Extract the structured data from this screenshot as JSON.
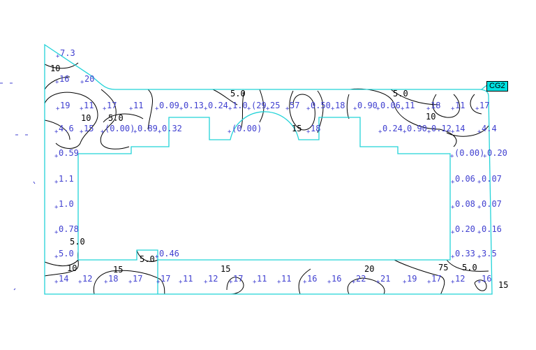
{
  "tag": "CG2",
  "colors": {
    "outline": "#22d3d8",
    "values": "#4040d0",
    "contours": "#000000"
  },
  "values": [
    "7.3",
    "16",
    "20",
    "19",
    "11",
    "17",
    "11",
    "0.09",
    "0.13",
    "0.24",
    "1.0",
    "(29",
    "25",
    "57",
    "0.50",
    "18",
    "0.90",
    "0.06",
    "11",
    "18",
    "11",
    "17",
    "4.6",
    "15",
    "(0.00)",
    "0.89",
    "0.32",
    "(0.00)",
    "18",
    "0.24",
    "0.90",
    "0.12",
    "14",
    "4.4",
    "0.59",
    "(0.00)",
    "0.20",
    "1.1",
    "0.06",
    "0.07",
    "1.0",
    "0.08",
    "0.07",
    "0.78",
    "0.20",
    "0.16",
    "5.0",
    "0.46",
    "0.33",
    "3.5",
    "14",
    "12",
    "18",
    "17",
    "17",
    "11",
    "12",
    "17",
    "11",
    "11",
    "16",
    "16",
    "22",
    "21",
    "19",
    "17",
    "12",
    "16"
  ],
  "contour_labels": [
    "10",
    "5.0",
    "10",
    "5.0",
    "15",
    "10",
    "5.0",
    "15",
    "5.0",
    "15",
    "10",
    "5.0",
    "15",
    "20",
    "75",
    "5.0"
  ]
}
